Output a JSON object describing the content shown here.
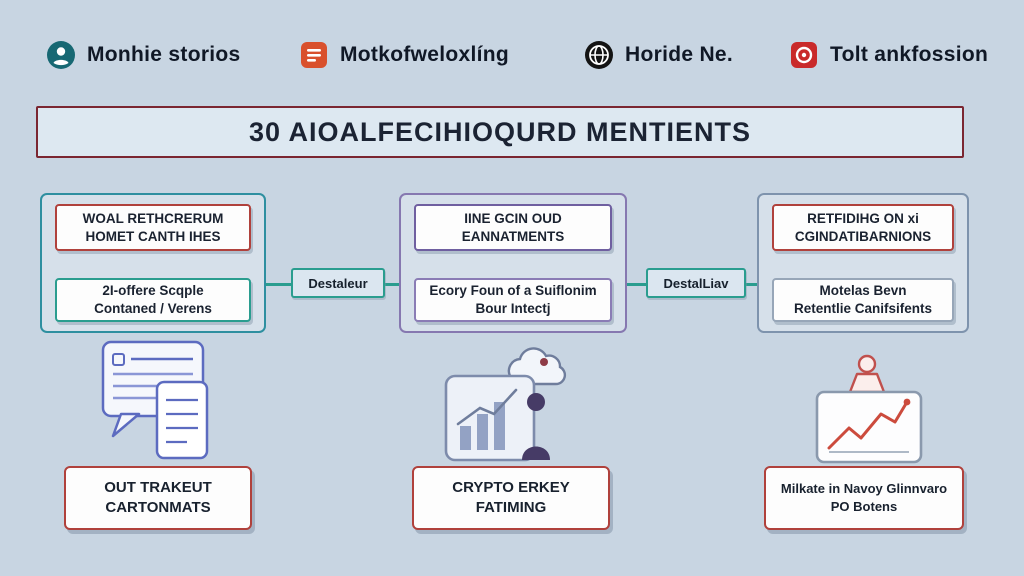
{
  "header": {
    "items": [
      {
        "label": "Monhie storios",
        "icon": "person-circle-icon"
      },
      {
        "label": "Motkofweloxlíng",
        "icon": "list-badge-icon"
      },
      {
        "label": "Horide Ne.",
        "icon": "globe-icon"
      },
      {
        "label": "Tolt ankfossion",
        "icon": "target-icon"
      }
    ]
  },
  "title": {
    "text": "30 AIOALFECIHIOQURD MENTIENTS"
  },
  "flow": {
    "columns": [
      {
        "top_line1": "WOAL RETHCRERUM",
        "top_line2": "HOMET CANTH IHES",
        "mid_line1": "2I-offere Scqple",
        "mid_line2": "Contaned / Verens",
        "footer_line1": "OUT TRAKEUT",
        "footer_line2": "CARTONMATS"
      },
      {
        "top_line1": "IINE GCIN OUD",
        "top_line2": "EANNATMENTS",
        "mid_line1": "Ecory Foun of a Suiflonim",
        "mid_line2": "Bour Intectj",
        "footer_line1": "CRYPTO ERKEY",
        "footer_line2": "FATIMING"
      },
      {
        "top_line1": "RETFIDIHG ON xi",
        "top_line2": "CGINDATIBARNIONS",
        "mid_line1": "Motelas Bevn",
        "mid_line2": "Retentlie Canifsifents",
        "footer_line1": "Milkate in Navoy Glinnvaro",
        "footer_line2": "PO Botens"
      }
    ],
    "connectors": [
      {
        "label": "Destaleur"
      },
      {
        "label": "DestalLiav"
      }
    ]
  },
  "colors": {
    "background": "#c8d5e2",
    "banner_border": "#7b2631",
    "teal_accent": "#2a9d8f",
    "purple_accent": "#8678b0",
    "red_accent": "#b0413c",
    "text_dark": "#18212e"
  }
}
